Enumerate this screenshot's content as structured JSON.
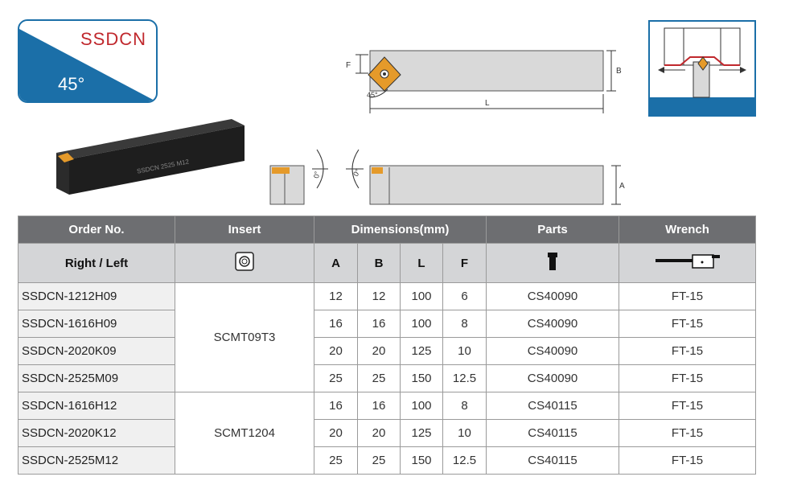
{
  "badge": {
    "code": "SSDCN",
    "angle": "45°"
  },
  "drawing": {
    "holder_engraving": "SSDCN 2525 M12",
    "dim_F": "F",
    "dim_B": "B",
    "dim_L": "L",
    "dim_A": "A",
    "angle_45": "45°",
    "angle_0a": "0°",
    "angle_0b": "0°"
  },
  "table": {
    "headers": {
      "order_no": "Order No.",
      "insert": "Insert",
      "dimensions": "Dimensions(mm)",
      "parts": "Parts",
      "wrench": "Wrench"
    },
    "subheaders": {
      "right_left": "Right / Left",
      "A": "A",
      "B": "B",
      "L": "L",
      "F": "F"
    },
    "inserts": [
      "SCMT09T3",
      "SCMT1204"
    ],
    "rows": [
      {
        "order": "SSDCN-1212H09",
        "A": "12",
        "B": "12",
        "L": "100",
        "F": "6",
        "parts": "CS40090",
        "wrench": "FT-15"
      },
      {
        "order": "SSDCN-1616H09",
        "A": "16",
        "B": "16",
        "L": "100",
        "F": "8",
        "parts": "CS40090",
        "wrench": "FT-15"
      },
      {
        "order": "SSDCN-2020K09",
        "A": "20",
        "B": "20",
        "L": "125",
        "F": "10",
        "parts": "CS40090",
        "wrench": "FT-15"
      },
      {
        "order": "SSDCN-2525M09",
        "A": "25",
        "B": "25",
        "L": "150",
        "F": "12.5",
        "parts": "CS40090",
        "wrench": "FT-15"
      },
      {
        "order": "SSDCN-1616H12",
        "A": "16",
        "B": "16",
        "L": "100",
        "F": "8",
        "parts": "CS40115",
        "wrench": "FT-15"
      },
      {
        "order": "SSDCN-2020K12",
        "A": "20",
        "B": "20",
        "L": "125",
        "F": "10",
        "parts": "CS40115",
        "wrench": "FT-15"
      },
      {
        "order": "SSDCN-2525M12",
        "A": "25",
        "B": "25",
        "L": "150",
        "F": "12.5",
        "parts": "CS40115",
        "wrench": "FT-15"
      }
    ]
  },
  "colors": {
    "blue": "#1b6fa8",
    "red": "#c0282d",
    "insert_orange": "#e59a2a",
    "header_dark": "#6d6e71",
    "header_light": "#d4d5d7"
  }
}
